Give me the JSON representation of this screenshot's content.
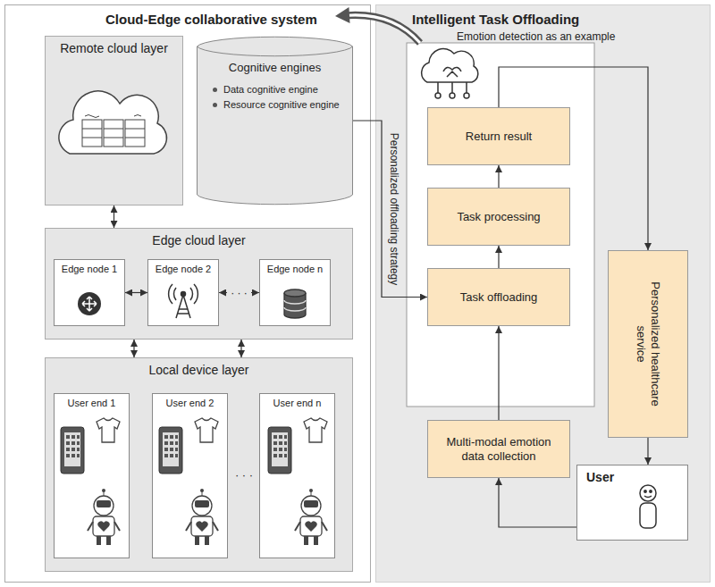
{
  "diagram": {
    "nodes": [
      {
        "text": [
          "Cloud-Edge collaborative system"
        ]
      },
      {
        "text": [
          "Remote cloud layer"
        ],
        "in": 0
      },
      {
        "text": [
          "Cognitive engines",
          "Data cognitive engine",
          "Resource cognitive engine"
        ],
        "in": 0
      },
      {
        "text": [
          "Edge cloud layer"
        ],
        "in": 0
      },
      {
        "text": [
          "Edge node 1"
        ],
        "in": 3
      },
      {
        "text": [
          "Edge node 2"
        ],
        "in": 3
      },
      {
        "text": [
          "Edge node n"
        ],
        "in": 3
      },
      {
        "text": [
          "Local device layer"
        ],
        "in": 0
      },
      {
        "text": [
          "User end 1"
        ],
        "in": 7
      },
      {
        "text": [
          "User end 2"
        ],
        "in": 7
      },
      {
        "text": [
          "User end n"
        ],
        "in": 7
      },
      {
        "text": [
          "Intelligent Task Offloading",
          "Emotion detection as an example"
        ]
      },
      {
        "text": [
          "Return result"
        ],
        "in": 11
      },
      {
        "text": [
          "Task processing"
        ],
        "in": 11
      },
      {
        "text": [
          "Task offloading"
        ],
        "in": 11
      },
      {
        "text": [
          "Multi-modal emotion data collection"
        ],
        "in": 11
      },
      {
        "text": [
          "Personalized healthcare service"
        ],
        "in": 11
      },
      {
        "text": [
          "User"
        ],
        "in": 11
      }
    ],
    "edges": [
      {
        "from": 1,
        "to": 3,
        "arrow": "both"
      },
      {
        "from": 3,
        "to": 7,
        "arrow": "both"
      },
      {
        "from": 3,
        "to": 7,
        "arrow": "both"
      },
      {
        "from": 4,
        "to": 5,
        "arrow": "both"
      },
      {
        "from": 5,
        "to": 6,
        "arrow": "both",
        "label": "· · ·"
      },
      {
        "from": 2,
        "to": 14,
        "arrow": "to",
        "label": "Personalized offloading strategy"
      },
      {
        "from": 15,
        "to": 14,
        "arrow": "to"
      },
      {
        "from": 14,
        "to": 13,
        "arrow": "to"
      },
      {
        "from": 13,
        "to": 12,
        "arrow": "to"
      },
      {
        "from": 12,
        "to": 16,
        "arrow": "to"
      },
      {
        "from": 16,
        "to": 17,
        "arrow": "to"
      },
      {
        "from": 17,
        "to": 15,
        "arrow": "to"
      },
      {
        "from": 11,
        "to": 0,
        "arrow": "to"
      }
    ],
    "labels": [
      "· · ·"
    ]
  }
}
